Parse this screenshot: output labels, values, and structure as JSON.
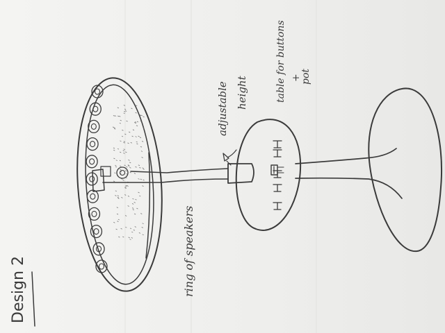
{
  "labels": {
    "title": "Design 2",
    "ring": "ring of speakers",
    "height_line1": "adjustable",
    "height_line2": "height",
    "table_line1": "table for buttons",
    "table_line2": "+",
    "table_line3": "pot"
  },
  "speaker_count": 11,
  "button_count": 5,
  "ink_color": "#3a3a3a",
  "paper_color": "#eeeeec"
}
